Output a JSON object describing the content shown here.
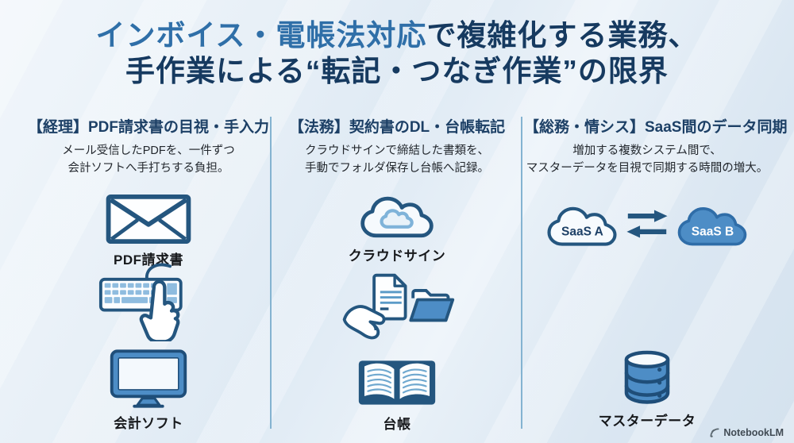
{
  "title": {
    "highlight": "インボイス・電帳法対応",
    "rest": "で複雑化する業務、",
    "line2": "手作業による“転記・つなぎ作業”の限界"
  },
  "columns": [
    {
      "header": "【経理】PDF請求書の目視・手入力",
      "desc1": "メール受信したPDFを、一件ずつ",
      "desc2": "会計ソフトへ手打ちする負担。",
      "icon1_label": "PDF請求書",
      "icon3_label": "会計ソフト"
    },
    {
      "header": "【法務】契約書のDL・台帳転記",
      "desc1": "クラウドサインで締結した書類を、",
      "desc2": "手動でフォルダ保存し台帳へ記録。",
      "icon1_label": "クラウドサイン",
      "icon3_label": "台帳"
    },
    {
      "header": "【総務・情シス】SaaS間のデータ同期",
      "desc1": "増加する複数システム間で、",
      "desc2": "マスターデータを目視で同期する時間の増大。",
      "cloud_a": "SaaS A",
      "cloud_b": "SaaS B",
      "icon3_label": "マスターデータ"
    }
  ],
  "footer": {
    "brand": "NotebookLM"
  },
  "colors": {
    "title_highlight": "#2f6fa8",
    "title_dark": "#163a60",
    "header_navy": "#1d4066",
    "icon_outline": "#24567f",
    "icon_fill_medium": "#4d8dc6",
    "icon_fill_light": "#8fbcdf",
    "divider": "#84b3d1"
  }
}
